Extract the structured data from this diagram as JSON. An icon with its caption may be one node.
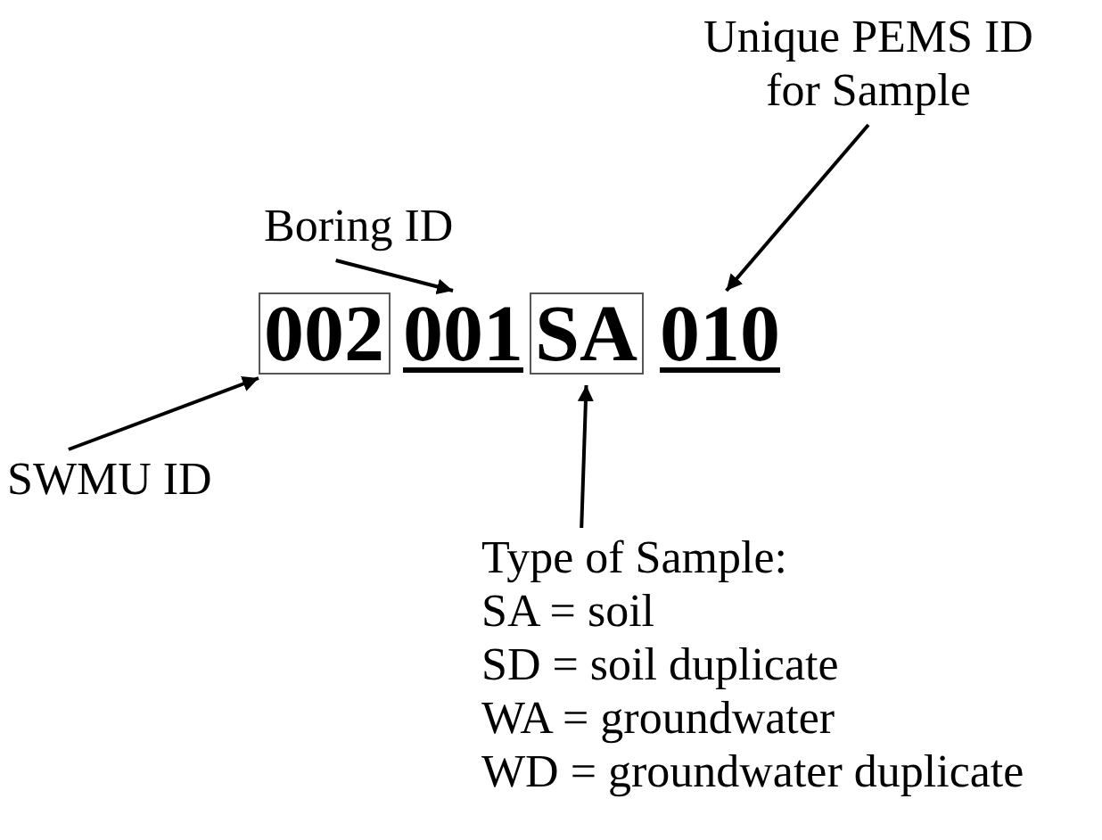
{
  "diagram": {
    "nodes": [
      {
        "text": [
          "Boring ID"
        ]
      },
      {
        "text": [
          "Unique PEMS ID for Sample"
        ]
      },
      {
        "text": [
          "002"
        ]
      },
      {
        "text": [
          "001"
        ]
      },
      {
        "text": [
          "SA"
        ]
      },
      {
        "text": [
          "010"
        ]
      },
      {
        "text": [
          "SWMU ID"
        ]
      },
      {
        "text": [
          "Type of Sample:",
          "SA = soil",
          "SD = soil duplicate",
          "WA = groundwater",
          "WD = groundwater duplicate"
        ]
      }
    ],
    "edges": [
      {
        "from": 0,
        "to": 3,
        "arrow": "to"
      },
      {
        "from": 1,
        "to": 5,
        "arrow": "to"
      },
      {
        "from": 6,
        "to": 2,
        "arrow": "to"
      },
      {
        "from": 7,
        "to": 4,
        "arrow": "to"
      }
    ]
  }
}
